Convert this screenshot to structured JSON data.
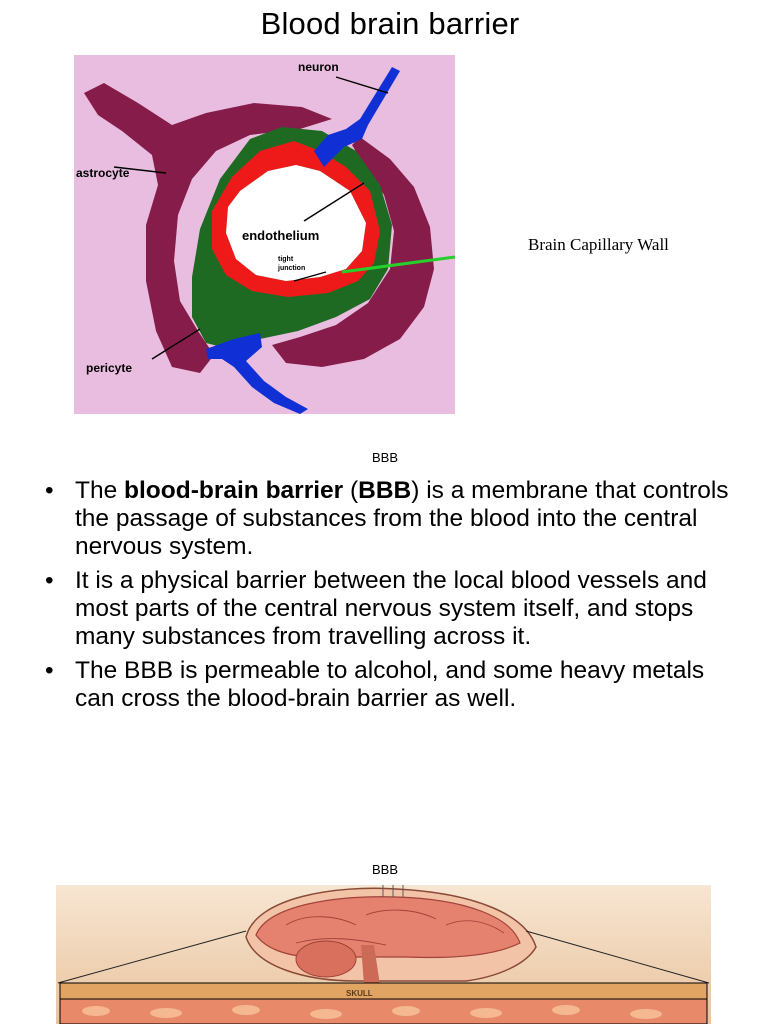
{
  "title": "Blood brain barrier",
  "diagram": {
    "labels": {
      "neuron": "neuron",
      "astrocyte": "astrocyte",
      "endothelium": "endothelium",
      "tight_junction_line1": "tight",
      "tight_junction_line2": "junction",
      "pericyte": "pericyte"
    },
    "brain_capillary_wall": "Brain Capillary Wall",
    "colors": {
      "background": "#e9bde0",
      "astrocyte": "#861c49",
      "pericyte": "#1f6a23",
      "endothelium": "#ee1a1a",
      "neuron": "#1030d6",
      "pointer": "#25d02a"
    }
  },
  "caption_top": "BBB",
  "bullets": [
    {
      "p1": "The ",
      "b1": "blood-brain barrier",
      "p2": " (",
      "b2": "BBB",
      "p3": ") is a membrane that controls the passage of substances from the blood into the central nervous system."
    },
    {
      "text": "It is a physical barrier between the local blood vessels and most parts of the central nervous system itself, and stops many substances from travelling across it."
    },
    {
      "text": "The BBB is permeable to alcohol, and some heavy metals can cross the blood-brain barrier as well."
    }
  ],
  "bullet_char": "•",
  "caption_bottom": "BBB",
  "brain_image": {
    "skull_label": "SKULL"
  }
}
